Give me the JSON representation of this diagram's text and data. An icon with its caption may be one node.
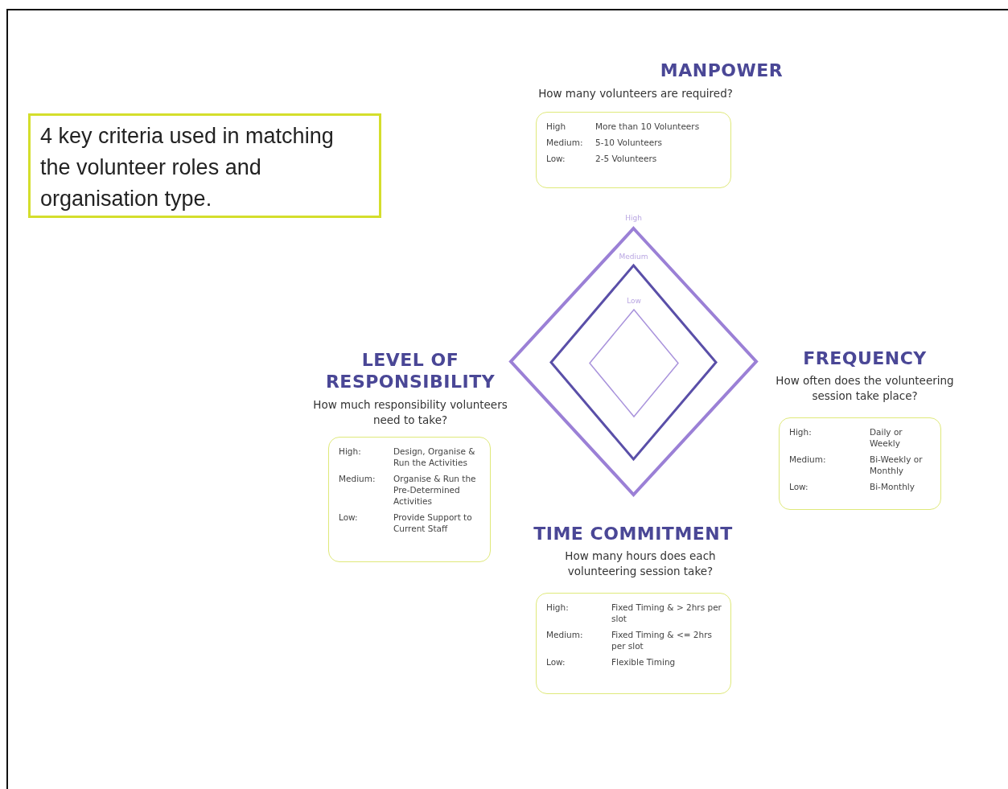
{
  "diagram": {
    "nodes": [
      {
        "text": [
          "4 key criteria used in matching the volunteer roles and organisation type."
        ]
      },
      {
        "text": [
          "MANPOWER",
          "How many volunteers are required?",
          "High",
          "More than 10 Volunteers",
          "Medium:",
          "5-10 Volunteers",
          "Low:",
          "2-5 Volunteers"
        ]
      },
      {
        "text": [
          "LEVEL OF RESPONSIBILITY",
          "How much responsibility volunteers need to take?",
          "High:",
          "Design, Organise & Run the Activities",
          "Medium:",
          "Organise & Run the Pre-Determined Activities",
          "Low:",
          "Provide Support to Current Staff"
        ]
      },
      {
        "text": [
          "FREQUENCY",
          "How often does the volunteering session take place?",
          "High:",
          "Daily or Weekly",
          "Medium:",
          "Bi-Weekly or Monthly",
          "Low:",
          "Bi-Monthly"
        ]
      },
      {
        "text": [
          "TIME COMMITMENT",
          "How many hours does each volunteering session take?",
          "High:",
          "Fixed Timing & > 2hrs per slot",
          "Medium:",
          "Fixed Timing & <= 2hrs per slot",
          "Low:",
          "Flexible Timing"
        ]
      },
      {
        "text": [
          "High"
        ]
      },
      {
        "text": [
          "Medium"
        ],
        "in": 5
      },
      {
        "text": [
          "Low"
        ],
        "in": 6
      }
    ]
  }
}
